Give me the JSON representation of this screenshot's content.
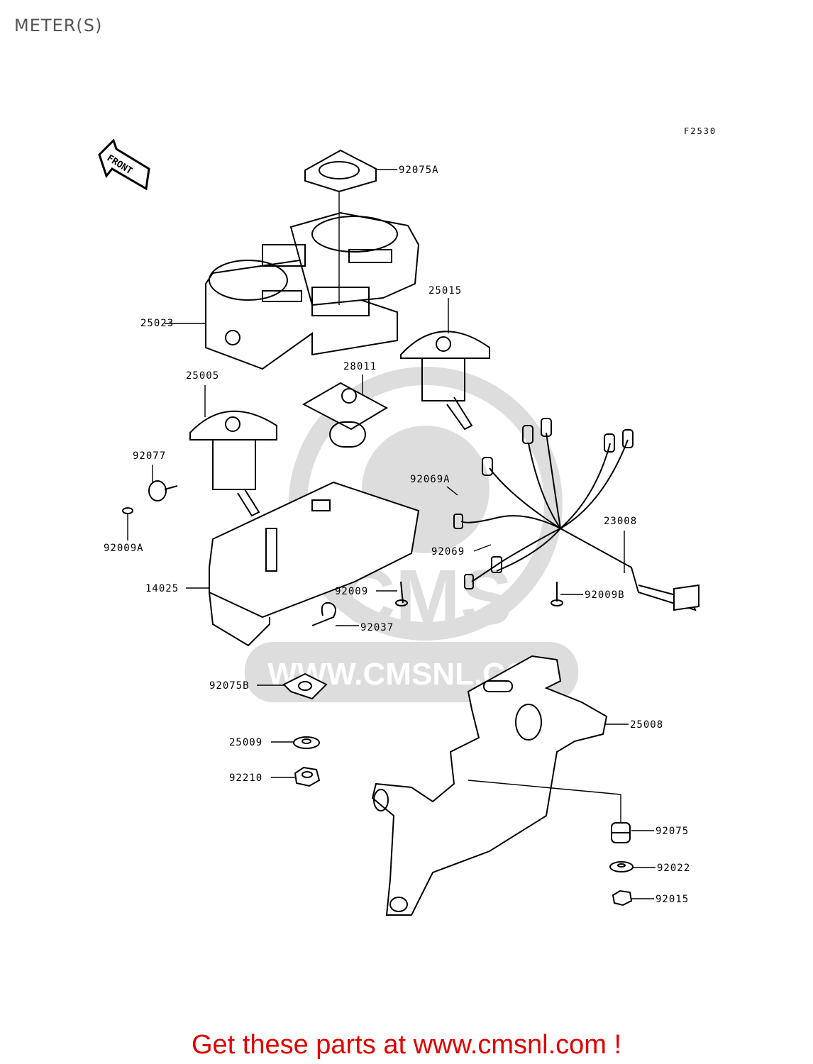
{
  "header": {
    "title": "METER(S)",
    "figure_code": "F2530"
  },
  "front_arrow": {
    "label": "FRONT"
  },
  "watermark": {
    "brand": "CMS",
    "url": "WWW.CMSNL.COM"
  },
  "parts": {
    "p92075A": "92075A",
    "p25023": "25023",
    "p25015": "25015",
    "p28011": "28011",
    "p25005": "25005",
    "p92077": "92077",
    "p92009A": "92009A",
    "p92069A": "92069A",
    "p23008": "23008",
    "p92069": "92069",
    "p14025": "14025",
    "p92009": "92009",
    "p92009B": "92009B",
    "p92037": "92037",
    "p92075B": "92075B",
    "p25008": "25008",
    "p25009": "25009",
    "p92210": "92210",
    "p92075": "92075",
    "p92022": "92022",
    "p92015": "92015"
  },
  "footer": {
    "text": "Get these parts at www.cmsnl.com !"
  }
}
